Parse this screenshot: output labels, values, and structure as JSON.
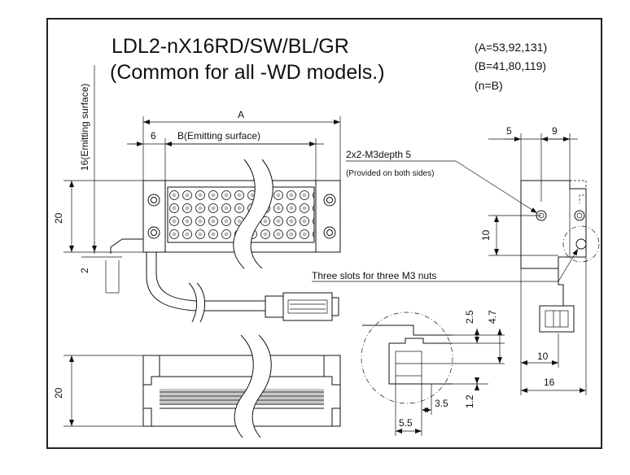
{
  "title": {
    "line1": "LDL2-nX16RD/SW/BL/GR",
    "line2": "(Common for all -WD models.)"
  },
  "params": {
    "a": "(A=53,92,131)",
    "b": "(B=41,80,119)",
    "n": "(n=B)"
  },
  "dimensions": {
    "a": "A",
    "six": "6",
    "b_emitting": "B(Emitting surface)",
    "emitting_16": "16(Emitting surface)",
    "height_20_top": "20",
    "two": "2",
    "height_20_bottom": "20",
    "five": "5",
    "nine": "9",
    "ten_side": "10",
    "ten_bottom": "10",
    "sixteen": "16",
    "d25": "2.5",
    "d47": "4.7",
    "d12": "1.2",
    "d35": "3.5",
    "d55": "5.5"
  },
  "annotations": {
    "m3": "2x2-M3depth 5",
    "both_sides": "(Provided on both sides)",
    "slots": "Three slots for three M3 nuts"
  },
  "colors": {
    "line": "#111111",
    "frame": "#222222",
    "background": "#ffffff"
  }
}
